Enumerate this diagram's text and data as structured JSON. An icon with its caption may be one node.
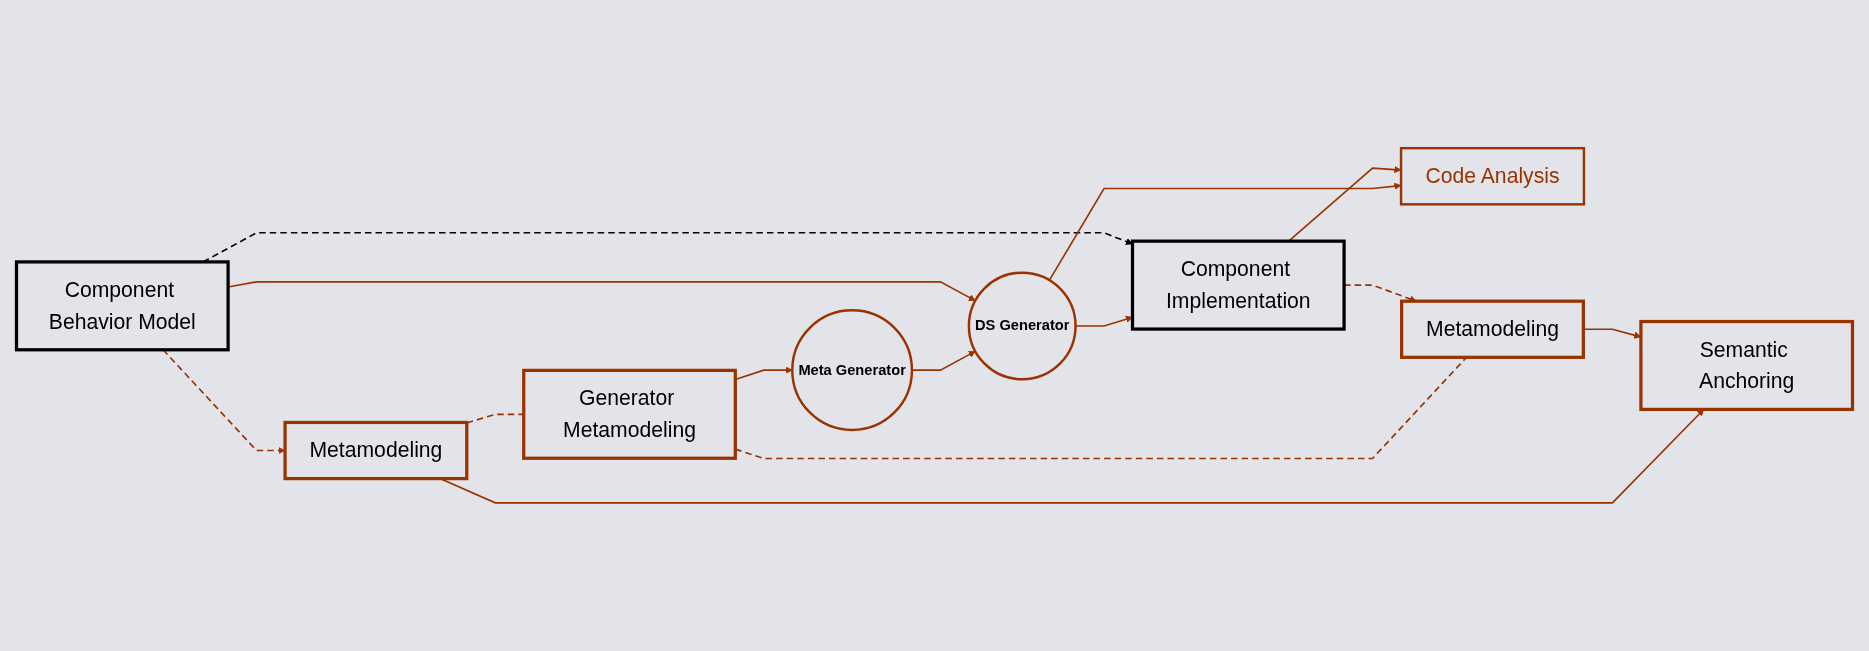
{
  "diagram": {
    "nodes": [
      {
        "text": [
          "Component Behavior Model"
        ]
      },
      {
        "text": [
          "Metamodeling"
        ]
      },
      {
        "text": [
          "Semantic Anchoring"
        ]
      },
      {
        "text": [
          "DS Generator"
        ]
      },
      {
        "text": [
          "Meta Generator"
        ]
      },
      {
        "text": [
          "Generator Metamodeling"
        ]
      },
      {
        "text": [
          "Code Analysis"
        ]
      },
      {
        "text": [
          "Component Implementation"
        ]
      },
      {
        "text": [
          "Metamodeling"
        ]
      }
    ],
    "edges": [
      {
        "from": 0,
        "to": 1,
        "arrow": "to",
        "style": "dashed"
      },
      {
        "from": 1,
        "to": 2,
        "arrow": "to"
      },
      {
        "from": 1,
        "to": 5,
        "arrow": "none",
        "style": "dashed"
      },
      {
        "from": 5,
        "to": 4,
        "arrow": "to"
      },
      {
        "from": 4,
        "to": 3,
        "arrow": "to"
      },
      {
        "from": 0,
        "to": 3,
        "arrow": "to"
      },
      {
        "from": 3,
        "to": 7,
        "arrow": "to"
      },
      {
        "from": 0,
        "to": 7,
        "arrow": "to",
        "style": "dashed",
        "color": "#000000"
      },
      {
        "from": 3,
        "to": 6,
        "arrow": "to"
      },
      {
        "from": 7,
        "to": 6,
        "arrow": "to"
      },
      {
        "from": 5,
        "to": 8,
        "arrow": "none",
        "style": "dashed"
      },
      {
        "from": 7,
        "to": 8,
        "arrow": "to",
        "style": "dashed"
      },
      {
        "from": 8,
        "to": 2,
        "arrow": "to"
      }
    ]
  }
}
